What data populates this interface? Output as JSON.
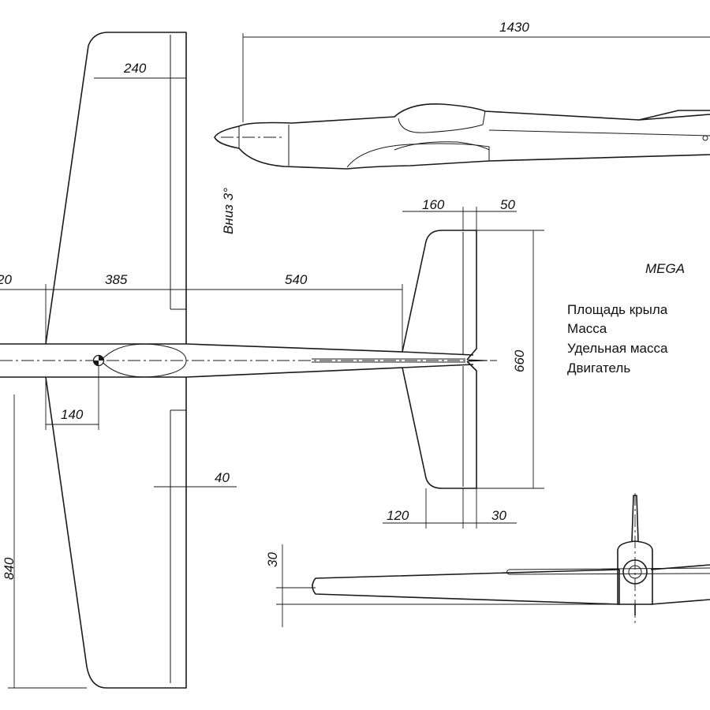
{
  "model_name": "MEGA",
  "specs": [
    "Площадь крыла",
    "Масса",
    "Удельная масса",
    "Двигатель"
  ],
  "dimensions": {
    "fuselage_length": "1430",
    "wing_tip_chord": "240",
    "wing_root_partial": "20",
    "wing_root_chord": "385",
    "wing_to_stab": "540",
    "stab_tip_chord": "160",
    "elevator_tip": "50",
    "stab_span": "660",
    "cg_position": "140",
    "aileron_chord": "40",
    "half_span": "840",
    "stab_root": "120",
    "elevator_root": "30",
    "dihedral": "30"
  },
  "downthrust": "Вниз 3°"
}
